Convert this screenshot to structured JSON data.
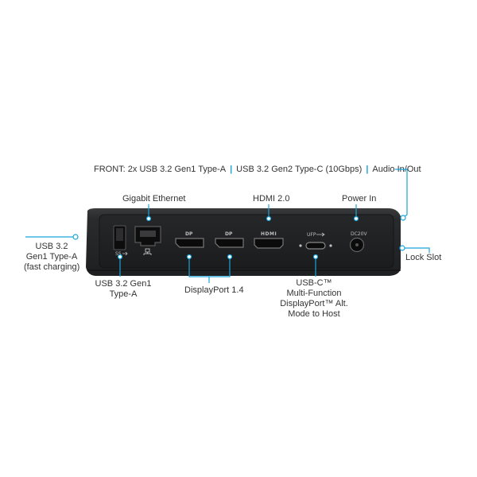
{
  "accent_color": "#1aa3d9",
  "front": {
    "prefix": "FRONT: 2x USB 3.2 Gen1 Type-A",
    "item2": "USB 3.2 Gen2 Type-C (10Gbps)",
    "item3": "Audio In/Out",
    "separator": "|"
  },
  "callouts": {
    "gigabit_ethernet": "Gigabit Ethernet",
    "hdmi": "HDMI 2.0",
    "power_in": "Power In",
    "usb_fast": [
      "USB 3.2",
      "Gen1 Type-A",
      "(fast charging)"
    ],
    "lock_slot": "Lock Slot",
    "usb_gen1": [
      "USB 3.2 Gen1",
      "Type-A"
    ],
    "displayport": "DisplayPort 1.4",
    "usb_c": [
      "USB-C™",
      "Multi-Function",
      "DisplayPort™ Alt.",
      "Mode to Host"
    ]
  },
  "port_labels": {
    "dc": "DC20V",
    "ufp": "UFP",
    "hdmi_logo": "HDMI",
    "dp_logo": "DP",
    "ss": "SS"
  },
  "icons": [
    "ethernet-icon",
    "usb-ss-icon",
    "displayport-icon",
    "hdmi-logo",
    "usb-c-icon"
  ]
}
